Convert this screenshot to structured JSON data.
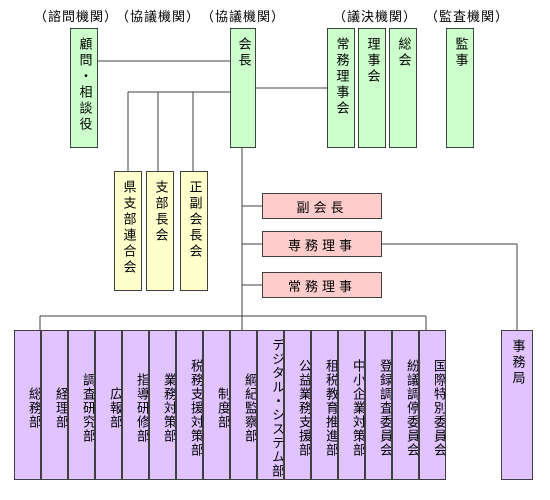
{
  "header_labels": {
    "advisory": "（諮問機関）",
    "consult1": "（協議機関）",
    "consult2": "（協議機関）",
    "legislative": "（議決機関）",
    "audit": "（監査機関）"
  },
  "boxes": {
    "advisor": "顧問・相談役",
    "president": "会長",
    "executive_directors": "常務理事会",
    "board": "理事会",
    "general_meeting": "総会",
    "auditor": "監事",
    "pref_branch": "県支部連合会",
    "branch_chiefs": "支部長会",
    "officers": "正副会長会",
    "vice_president": "副会長",
    "senior_director": "専務理事",
    "managing_director": "常務理事",
    "secretariat": "事務局"
  },
  "departments": [
    "総務部",
    "経理部",
    "調査研究部",
    "広報部",
    "指導研修部",
    "業務対策部",
    "税務支援対策部",
    "制度部",
    "綱紀監察部",
    "デジタル・システム部",
    "公益業務支援部",
    "租税教育推進部",
    "中小企業対策部",
    "登録調査委員会",
    "紛議調停委員会",
    "国際特別委員会"
  ],
  "colors": {
    "green": "#ccffcc",
    "yellow": "#ffffcc",
    "pink": "#ffcccc",
    "purple": "#e0c3ff",
    "line": "#404040"
  }
}
